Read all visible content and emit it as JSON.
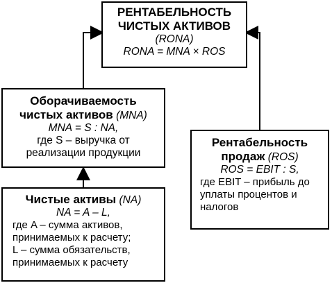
{
  "rona": {
    "title_line1": "РЕНТАБЕЛЬНОСТЬ",
    "title_line2": "ЧИСТЫХ АКТИВОВ",
    "abbr": "(RONA)",
    "formula": "RONA = MNA × ROS"
  },
  "mna": {
    "title_line1": "Оборачиваемость",
    "title_line2_bold": "чистых активов",
    "title_line2_abbr": " (MNA)",
    "formula": "MNA = S : NA,",
    "def_line1": "где S – выручка от",
    "def_line2": "реализации продукции"
  },
  "na": {
    "title_bold": "Чистые активы",
    "title_abbr": " (NA)",
    "formula": "NA = A – L,",
    "def_line1": "где A – сумма активов,",
    "def_line2": "принимаемых к расчету;",
    "def_line3": "L – сумма обязательств,",
    "def_line4": "принимаемых к расчету"
  },
  "ros": {
    "title_line1": "Рентабельность",
    "title_line2_bold": "продаж",
    "title_line2_abbr": " (ROS)",
    "formula": "ROS = EBIT : S,",
    "def_line1": "где EBIT – прибыль до",
    "def_line2": "уплаты процентов и",
    "def_line3": "налогов"
  }
}
